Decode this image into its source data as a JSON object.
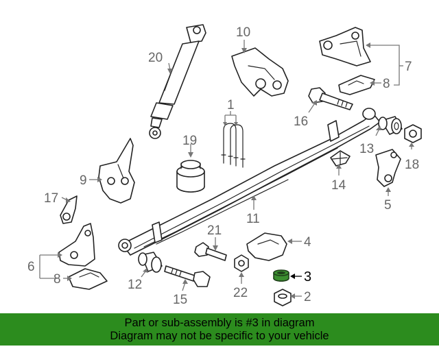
{
  "callouts": {
    "c1": "1",
    "c2": "2",
    "c3": "3",
    "c4": "4",
    "c5": "5",
    "c6": "6",
    "c7": "7",
    "c8a": "8",
    "c8b": "8",
    "c9": "9",
    "c10": "10",
    "c11": "11",
    "c12": "12",
    "c13": "13",
    "c14": "14",
    "c15": "15",
    "c16": "16",
    "c17": "17",
    "c18": "18",
    "c19": "19",
    "c20": "20",
    "c21": "21",
    "c22": "22"
  },
  "highlight_color": "#2c8c1e",
  "banner": {
    "line1": "Part or sub-assembly is #3 in diagram",
    "line2": "Diagram may not be specific to your vehicle",
    "background": "#2c8c1e"
  }
}
